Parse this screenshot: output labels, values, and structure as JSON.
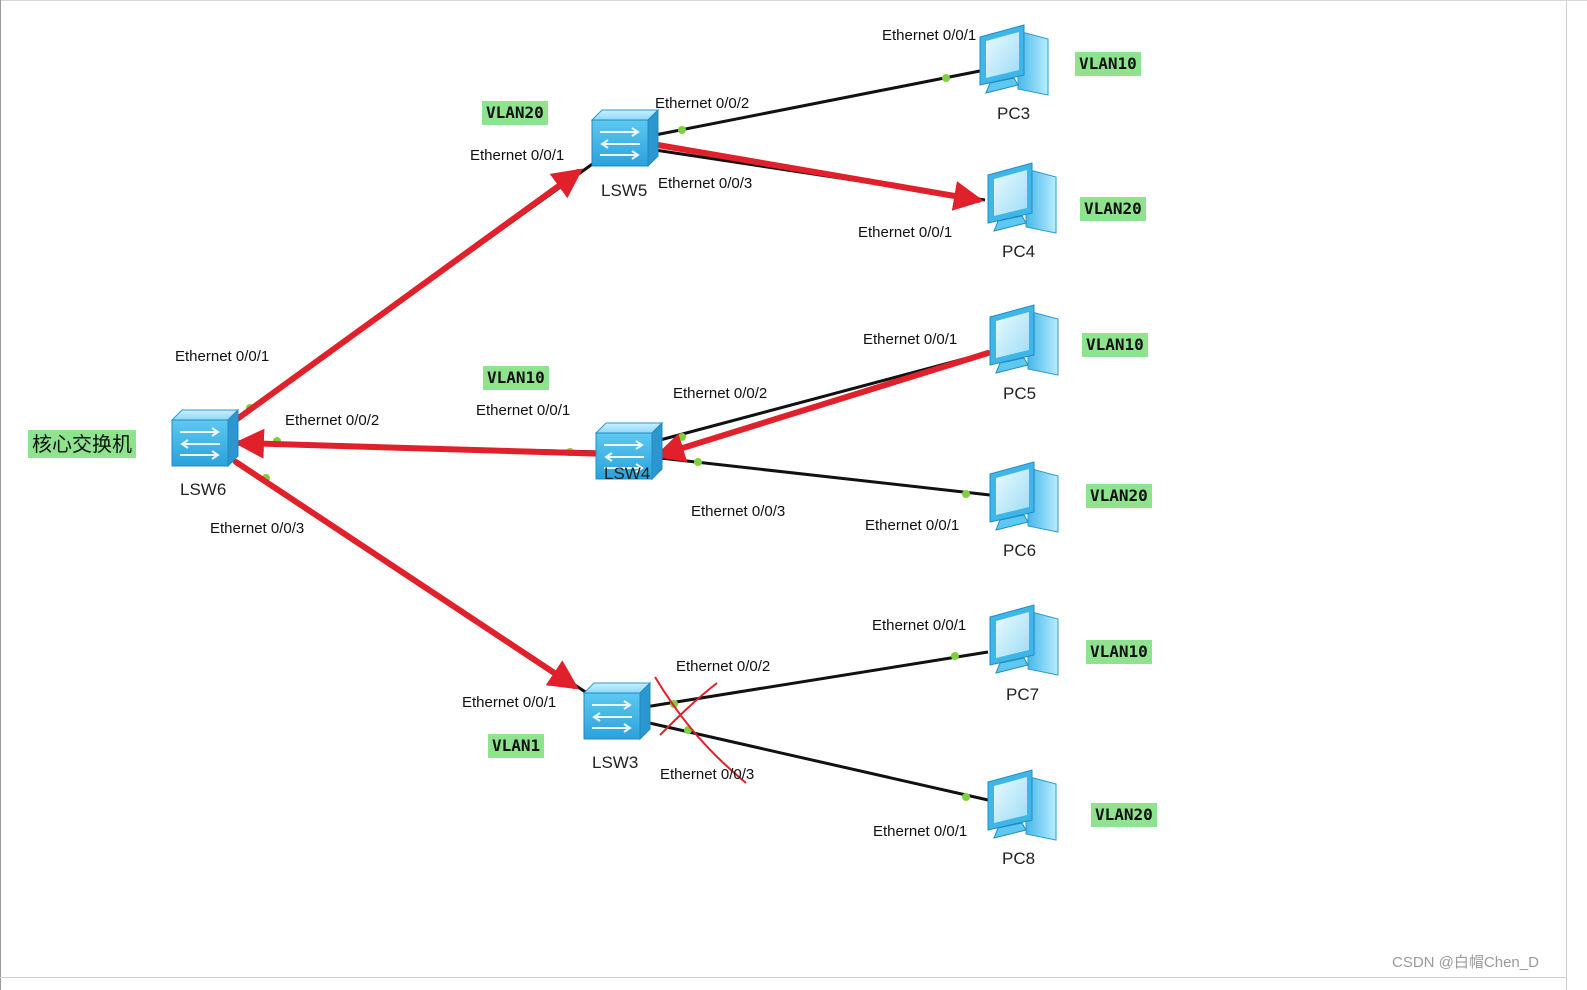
{
  "core_label": "核心交换机",
  "switches": [
    {
      "id": "lsw6",
      "name": "LSW6"
    },
    {
      "id": "lsw5",
      "name": "LSW5"
    },
    {
      "id": "lsw4",
      "name": "LSW4"
    },
    {
      "id": "lsw3",
      "name": "LSW3"
    }
  ],
  "pcs": [
    {
      "id": "pc3",
      "name": "PC3",
      "vlan": "VLAN10"
    },
    {
      "id": "pc4",
      "name": "PC4",
      "vlan": "VLAN20"
    },
    {
      "id": "pc5",
      "name": "PC5",
      "vlan": "VLAN10"
    },
    {
      "id": "pc6",
      "name": "PC6",
      "vlan": "VLAN20"
    },
    {
      "id": "pc7",
      "name": "PC7",
      "vlan": "VLAN10"
    },
    {
      "id": "pc8",
      "name": "PC8",
      "vlan": "VLAN20"
    }
  ],
  "switch_vlans": {
    "lsw5": "VLAN20",
    "lsw4": "VLAN10",
    "lsw3": "VLAN1"
  },
  "ports": {
    "lsw6_e1": "Ethernet 0/0/1",
    "lsw6_e2": "Ethernet 0/0/2",
    "lsw6_e3": "Ethernet 0/0/3",
    "lsw5_e1": "Ethernet 0/0/1",
    "lsw5_e2": "Ethernet 0/0/2",
    "lsw5_e3": "Ethernet 0/0/3",
    "lsw4_e1": "Ethernet 0/0/1",
    "lsw4_e2": "Ethernet 0/0/2",
    "lsw4_e3": "Ethernet 0/0/3",
    "lsw3_e1": "Ethernet 0/0/1",
    "lsw3_e2": "Ethernet 0/0/2",
    "lsw3_e3": "Ethernet 0/0/3",
    "pc3_e1": "Ethernet 0/0/1",
    "pc4_e1": "Ethernet 0/0/1",
    "pc5_e1": "Ethernet 0/0/1",
    "pc6_e1": "Ethernet 0/0/1",
    "pc7_e1": "Ethernet 0/0/1",
    "pc8_e1": "Ethernet 0/0/1"
  },
  "colors": {
    "link": "#111111",
    "arrow": "#e0202a",
    "cross": "#e0202a",
    "port_dot": "#7fd13b",
    "vlan_tag": "#8fe38f",
    "device_blue": "#3fb6e8"
  },
  "watermark": "CSDN @白帽Chen_D"
}
